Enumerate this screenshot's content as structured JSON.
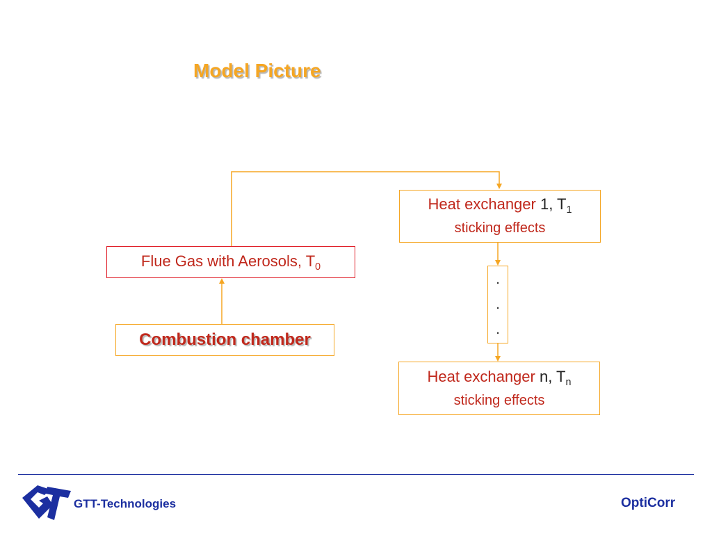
{
  "title": "Model Picture",
  "boxes": {
    "heat_exchanger_1": {
      "name": "Heat exchanger",
      "index": "1, T",
      "sub": "1",
      "effect": "sticking effects"
    },
    "heat_exchanger_n": {
      "name": "Heat exchanger",
      "index": "n, T",
      "sub": "n",
      "effect": "sticking effects"
    },
    "flue_gas": {
      "text": "Flue Gas with Aerosols, T",
      "sub": "0"
    },
    "combustion": {
      "text": "Combustion chamber"
    },
    "dots": [
      ".",
      ".",
      "."
    ]
  },
  "footer": {
    "company": "GTT-Technologies",
    "product": "OptiCorr"
  },
  "colors": {
    "title": "#f5a623",
    "box_border_orange": "#f5a623",
    "box_border_red": "#e0202a",
    "text_red": "#c0281c",
    "footer_blue": "#1c2fa0"
  }
}
